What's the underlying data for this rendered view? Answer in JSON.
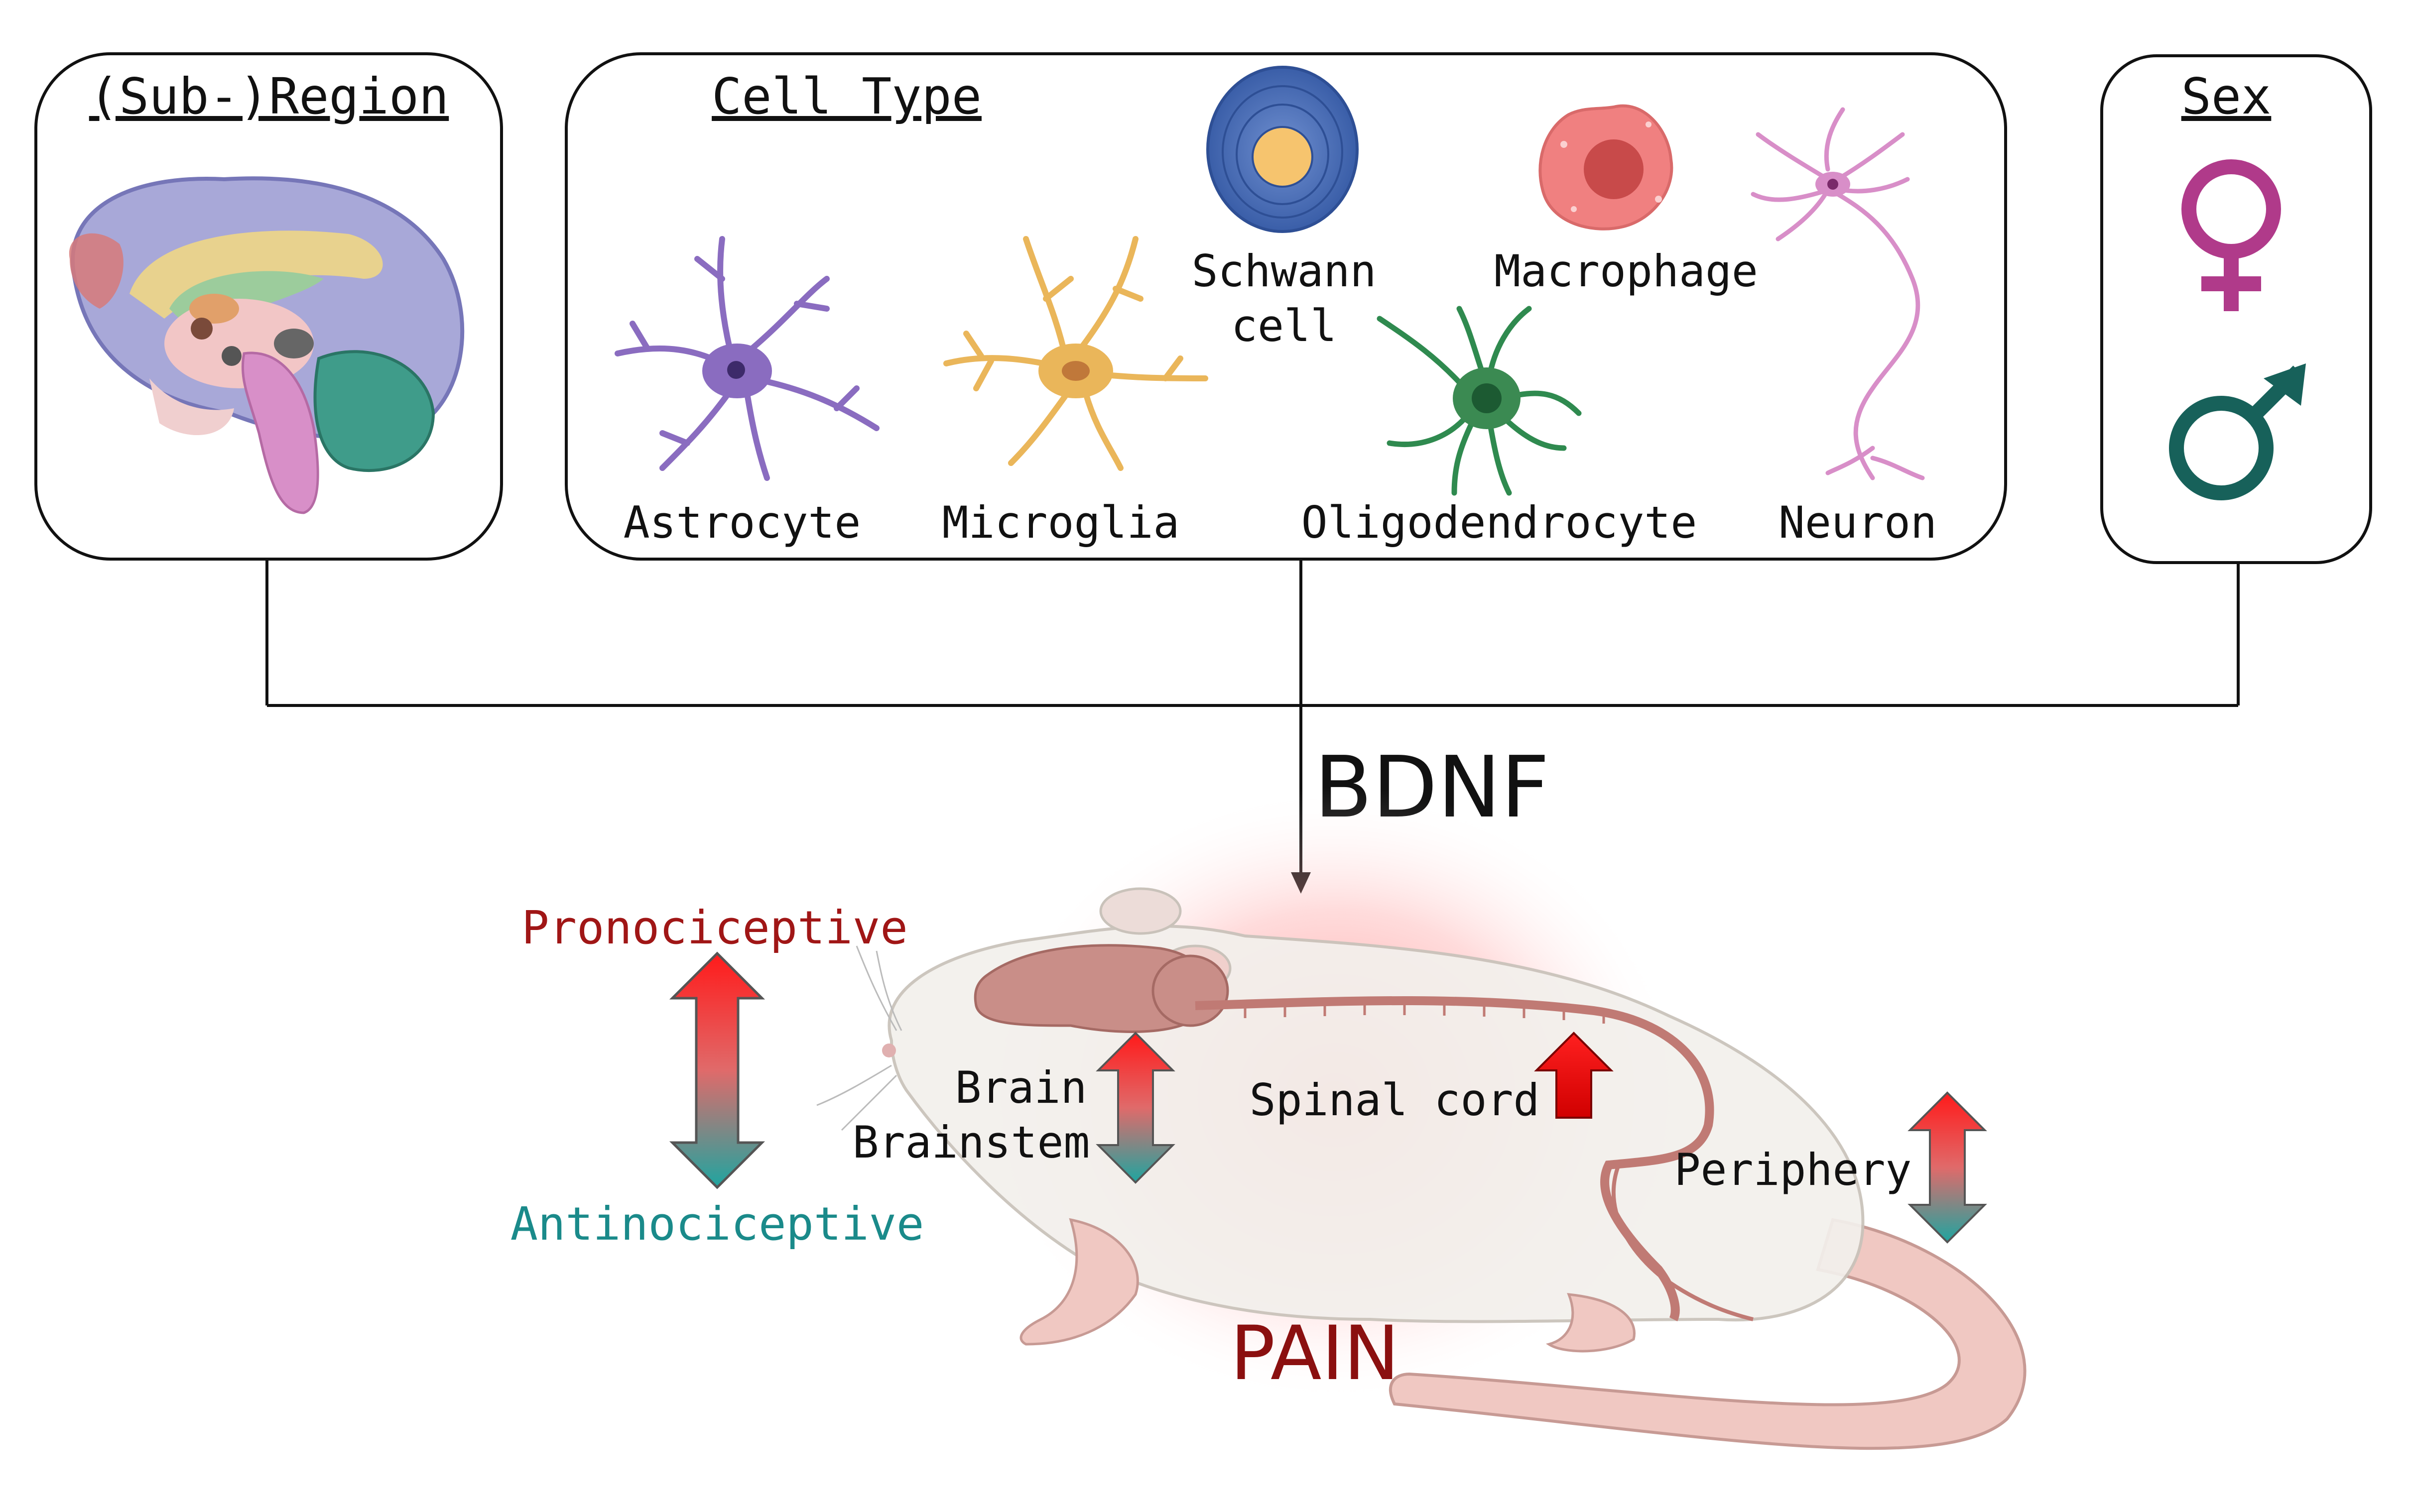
{
  "panels": {
    "region": {
      "title": "(Sub-)Region"
    },
    "cell_type": {
      "title": "Cell Type",
      "cells": [
        {
          "label": "Astrocyte"
        },
        {
          "label": "Microglia"
        },
        {
          "label_line1": "Schwann",
          "label_line2": "cell"
        },
        {
          "label": "Macrophage"
        },
        {
          "label": "Oligodendrocyte"
        },
        {
          "label": "Neuron"
        }
      ]
    },
    "sex": {
      "title": "Sex",
      "female_symbol": "♀",
      "male_symbol": "♂"
    }
  },
  "center_label": "BDNF",
  "legend": {
    "top": "Pronociceptive",
    "bottom": "Antinociceptive"
  },
  "body_sites": {
    "brain": "Brain",
    "brainstem": "Brainstem",
    "spinal_cord": "Spinal cord",
    "periphery": "Periphery"
  },
  "outcome": "PAIN",
  "colors": {
    "pro": "#a01616",
    "anti": "#1a8a8a",
    "female": "#b03a8a",
    "male": "#17615a",
    "pain": "#8b1010"
  }
}
